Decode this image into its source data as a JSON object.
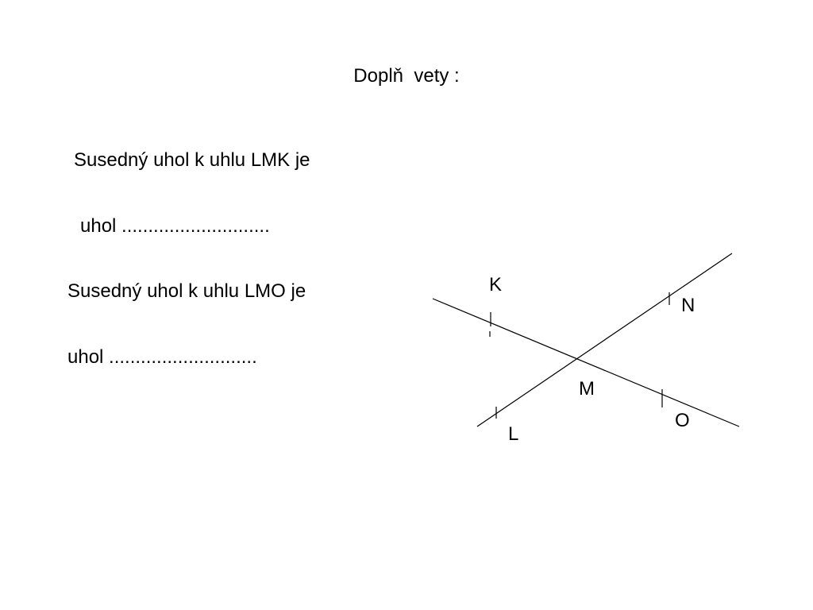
{
  "title": "Doplň  vety :",
  "sentences": [
    "Susedný uhol k uhlu LMK je",
    "uhol ............................",
    "Susedný uhol k uhlu LMO je",
    "uhol ............................"
  ],
  "diagram": {
    "points": [
      "K",
      "N",
      "M",
      "O",
      "L"
    ]
  }
}
